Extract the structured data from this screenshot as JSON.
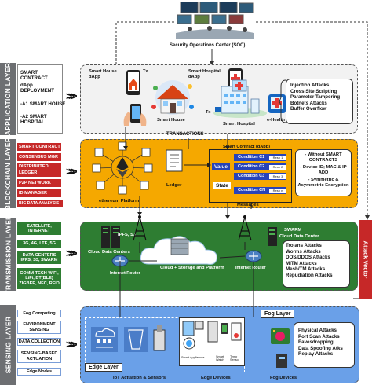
{
  "soc": {
    "title": "Security Operations Center (SOC)"
  },
  "layers": {
    "application": "APPLICATION LAYER",
    "blockchain": "BLOCKCHAIN LAYER",
    "transmission": "TRANSMISSION LAYER",
    "sensing": "SENSING LAYER"
  },
  "application": {
    "left": [
      "SMART CONTRACT",
      "dApp DEPLOYMENT",
      "-A1 SMART HOUSE",
      "-A2 SMART HOSPITAL"
    ],
    "smart_house_dapp": "Smart House dApp",
    "smart_hospital_dapp": "Smart Hospital dApp",
    "smart_house": "Smart House",
    "smart_hospital": "Smart Hospital",
    "ehealth": "e-Health",
    "tx1": "Tx",
    "tx2": "Tx",
    "attacks": [
      "Injection Attacks",
      "Cross Site Scripting",
      "Parameter Tampering",
      "Botnets Attacks",
      "Buffer Overflow"
    ],
    "transactions": "TRANSACTIONS"
  },
  "blockchain": {
    "left": [
      "SMART CONTRACT",
      "CONSENSUS MGR",
      "DISTRIBUTED LEDGER",
      "P2P NETWORK",
      "ID MANAGER",
      "BIG DATA ANALYSIS"
    ],
    "platform": "ethereum Platform",
    "ledger": "Ledger",
    "smart_contract": "Smart Contract (dApp)",
    "value": "Value",
    "state": "State",
    "conditions": [
      "Condition C1",
      "Condition C2",
      "Condition C3",
      "Condition CN"
    ],
    "resp": [
      "Resp 1",
      "Resp 2",
      "Resp 3",
      "Resp n"
    ],
    "messages": "Messages",
    "bullets": [
      "- Without SMART CONTRACTS",
      "- Device ID; MAC & IP ADD",
      "- Symmetric & Asymmetric Encryption"
    ]
  },
  "transmission": {
    "left": [
      "SATELLITE, INTERNET",
      "3G, 4G, LTE, 5G",
      "DATA CENTERS IPFS, S3, SWARM",
      "COMM TECH WiFi, LiFi, BT(BLE) ZIGBEE, NFC, RFID"
    ],
    "ipfs": "IPFS, S3",
    "cloud_dc": "Cloud Data Centers",
    "swarm": "SWARM",
    "swarm_dc": "Cloud Data Center",
    "cloud": "Cloud + Storage and Platform",
    "router1": "Internet Router",
    "router2": "Internet Router",
    "attacks": [
      "Trojans Attacks",
      "Worms Attacks",
      "DOS/DDOS Attacks",
      "MITM Attacks",
      "Mesh/TM Attacks",
      "Repudiation Attacks"
    ]
  },
  "attack_vector": "Attack Vector",
  "sensing": {
    "left": [
      "Fog Computing",
      "ENVIRONMENT SENSING",
      "DATA COLLECTION",
      "SENSING-BASED ACTUATION",
      "Edge Nodes"
    ],
    "fog_layer": "Fog Layer",
    "edge_layer": "Edge Layer",
    "iot": "IoT Actuation & Sensors",
    "edge_devices": "Edge Devices",
    "fog_devices": "Fog Devices",
    "device_labels": [
      "Smart Appliances",
      "Smart Watch",
      "Temp Sensor"
    ],
    "attacks": [
      "Physical Attacks",
      "Port Scan Attacks",
      "Eavesdropping",
      "Data Spoofing Atks",
      "Replay Attacks"
    ]
  },
  "colors": {
    "app_bg": "#f4f4f4",
    "bc_bg": "#f5a800",
    "tr_bg": "#2e7d32",
    "se_bg": "#6aa0e8",
    "attack_vector": "#c62828"
  }
}
